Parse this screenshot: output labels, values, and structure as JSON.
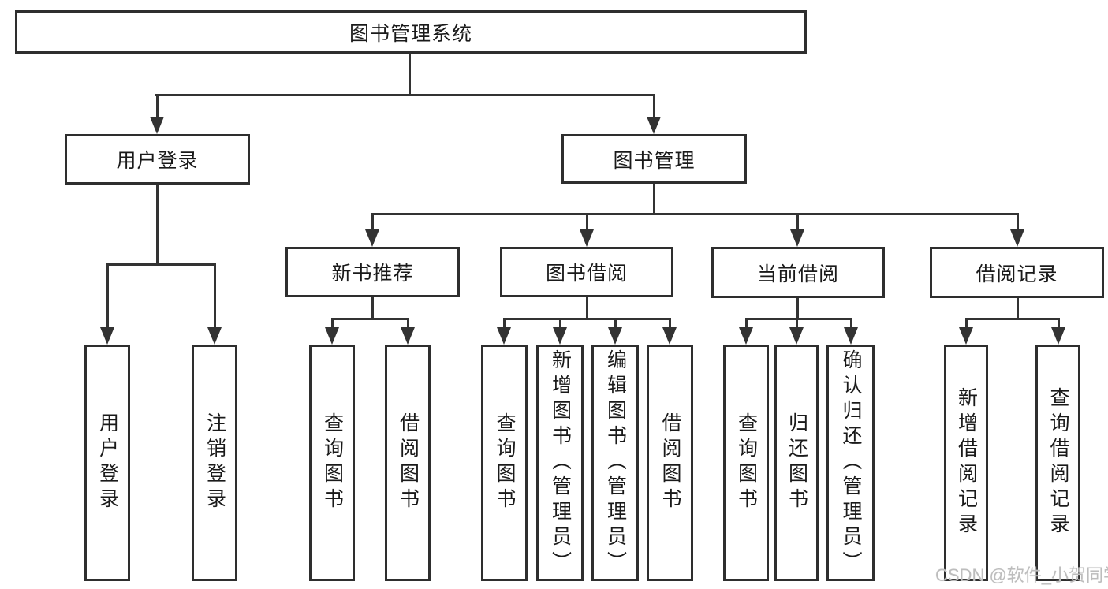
{
  "tree": {
    "root": {
      "label": "图书管理系统",
      "children": [
        {
          "label": "用户登录",
          "children": [
            {
              "label": "用户登录"
            },
            {
              "label": "注销登录"
            }
          ]
        },
        {
          "label": "图书管理",
          "children": [
            {
              "label": "新书推荐",
              "children": [
                {
                  "label": "查询图书"
                },
                {
                  "label": "借阅图书"
                }
              ]
            },
            {
              "label": "图书借阅",
              "children": [
                {
                  "label": "查询图书"
                },
                {
                  "label": "新增图书（管理员）"
                },
                {
                  "label": "编辑图书（管理员）"
                },
                {
                  "label": "借阅图书"
                }
              ]
            },
            {
              "label": "当前借阅",
              "children": [
                {
                  "label": "查询图书"
                },
                {
                  "label": "归还图书"
                },
                {
                  "label": "确认归还（管理员）"
                }
              ]
            },
            {
              "label": "借阅记录",
              "children": [
                {
                  "label": "新增借阅记录"
                },
                {
                  "label": "查询借阅记录"
                }
              ]
            }
          ]
        }
      ]
    }
  },
  "watermark": {
    "text": "CSDN @软件_小贺同学"
  },
  "colors": {
    "line": "#333333",
    "border": "#2e2e2e",
    "text": "#1a1a1a",
    "watermark": "#bdbdbd",
    "background": "#ffffff"
  }
}
